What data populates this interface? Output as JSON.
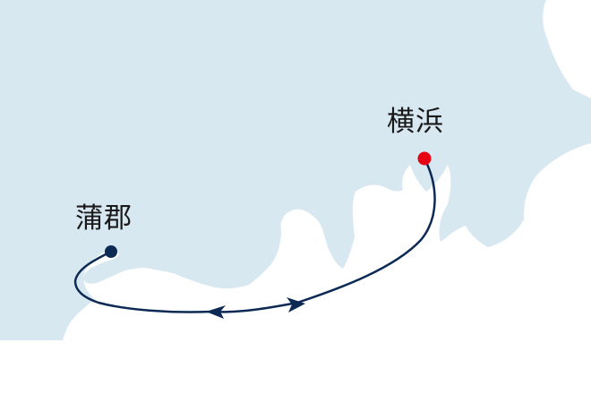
{
  "map": {
    "colors": {
      "land": "#d8e8f1",
      "sea": "#ffffff",
      "route": "#0d2a55",
      "yokohama_marker": "#e60012",
      "gamagori_marker": "#0d2a55"
    },
    "ports": [
      {
        "id": "yokohama",
        "name": "横浜",
        "marker_color": "red"
      },
      {
        "id": "gamagori",
        "name": "蒲郡",
        "marker_color": "navy"
      }
    ],
    "route": {
      "from": "横浜",
      "to": "蒲郡",
      "type": "round-trip",
      "arrow_icons": [
        "arrow-east",
        "arrow-west"
      ]
    }
  }
}
